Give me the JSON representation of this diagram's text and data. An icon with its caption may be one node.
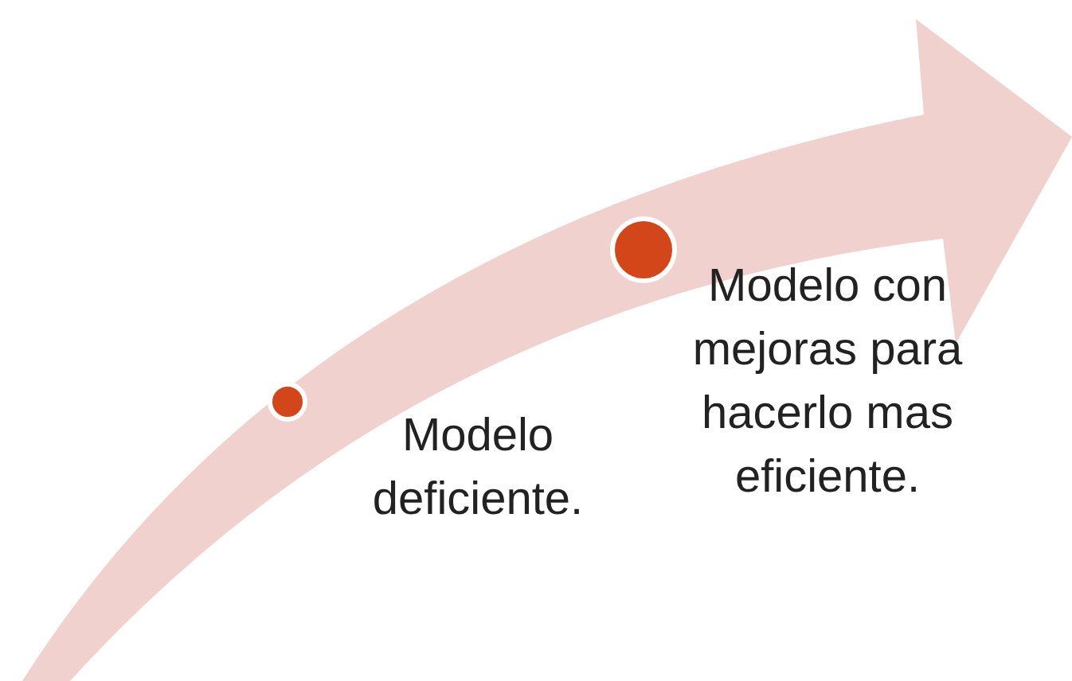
{
  "diagram": {
    "nodes": [
      {
        "text": [],
        "shape": "circle",
        "beside": [
          "Modelo deficiente."
        ]
      },
      {
        "text": [],
        "shape": "circle",
        "beside": [
          "Modelo con mejoras para hacerlo mas eficiente."
        ]
      }
    ]
  }
}
